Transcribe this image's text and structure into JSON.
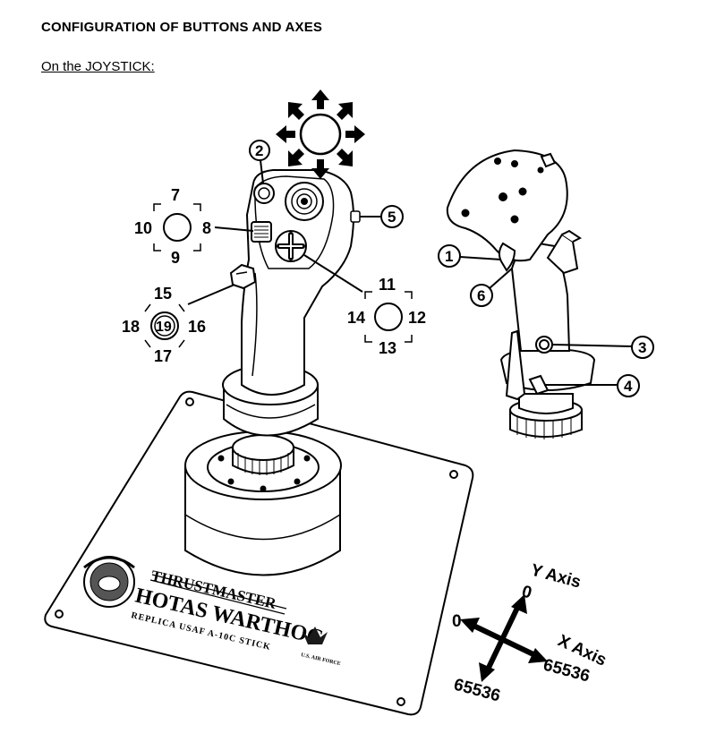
{
  "header": {
    "title": "CONFIGURATION OF BUTTONS AND AXES",
    "subtitle": "On the JOYSTICK:"
  },
  "callouts": {
    "button_1": "1",
    "button_2": "2",
    "button_3": "3",
    "button_4": "4",
    "button_5": "5",
    "button_6": "6"
  },
  "hat_tms": {
    "up": "7",
    "right": "8",
    "down": "9",
    "left": "10"
  },
  "hat_dms": {
    "up": "11",
    "right": "12",
    "down": "13",
    "left": "14"
  },
  "hat_cms": {
    "up": "15",
    "right": "16",
    "down": "17",
    "left": "18",
    "press": "19"
  },
  "base_logo": {
    "brand": "THRUSTMASTER",
    "model": "HOTAS WARTHOG",
    "replica": "REPLICA USAF A-10C STICK",
    "air_force": "U.S. AIR FORCE"
  },
  "axes": {
    "y_label": "Y Axis",
    "y_min": "0",
    "y_max": "65536",
    "x_label": "X Axis",
    "x_min": "0",
    "x_max": "65536"
  }
}
